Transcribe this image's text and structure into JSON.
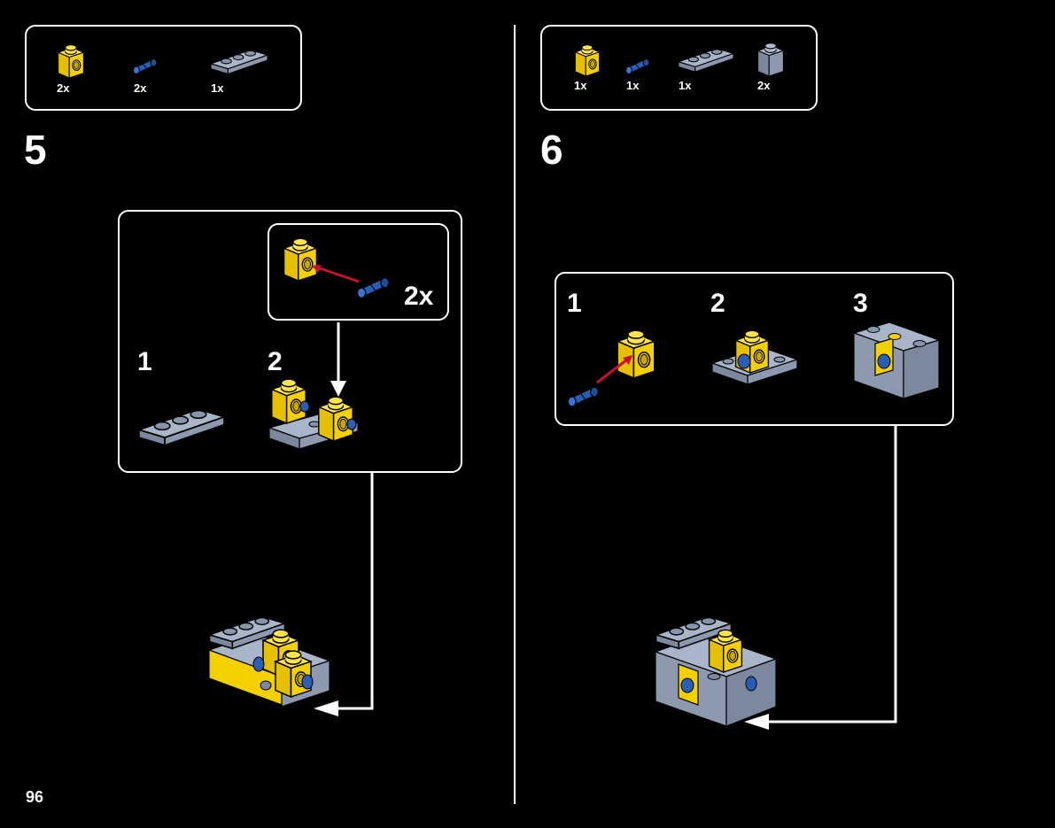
{
  "page_number": "96",
  "step5": {
    "number": "5",
    "parts": [
      {
        "name": "yellow-technic-brick-1x1",
        "qty": "2x"
      },
      {
        "name": "blue-technic-pin",
        "qty": "2x"
      },
      {
        "name": "gray-plate-1x3",
        "qty": "1x"
      }
    ],
    "callout": {
      "sub1": "1",
      "sub2": "2",
      "inset_qty": "2x"
    }
  },
  "step6": {
    "number": "6",
    "parts": [
      {
        "name": "yellow-technic-brick-1x1",
        "qty": "1x"
      },
      {
        "name": "blue-technic-pin",
        "qty": "1x"
      },
      {
        "name": "gray-plate-1x3",
        "qty": "1x"
      },
      {
        "name": "gray-brick-1x1",
        "qty": "2x"
      }
    ],
    "callout": {
      "sub1": "1",
      "sub2": "2",
      "sub3": "3"
    }
  },
  "colors": {
    "background": "#000000",
    "yellow": "#f5d000",
    "blue": "#2a5db5",
    "gray": "#8795ab",
    "red_arrow": "#c8102e"
  }
}
